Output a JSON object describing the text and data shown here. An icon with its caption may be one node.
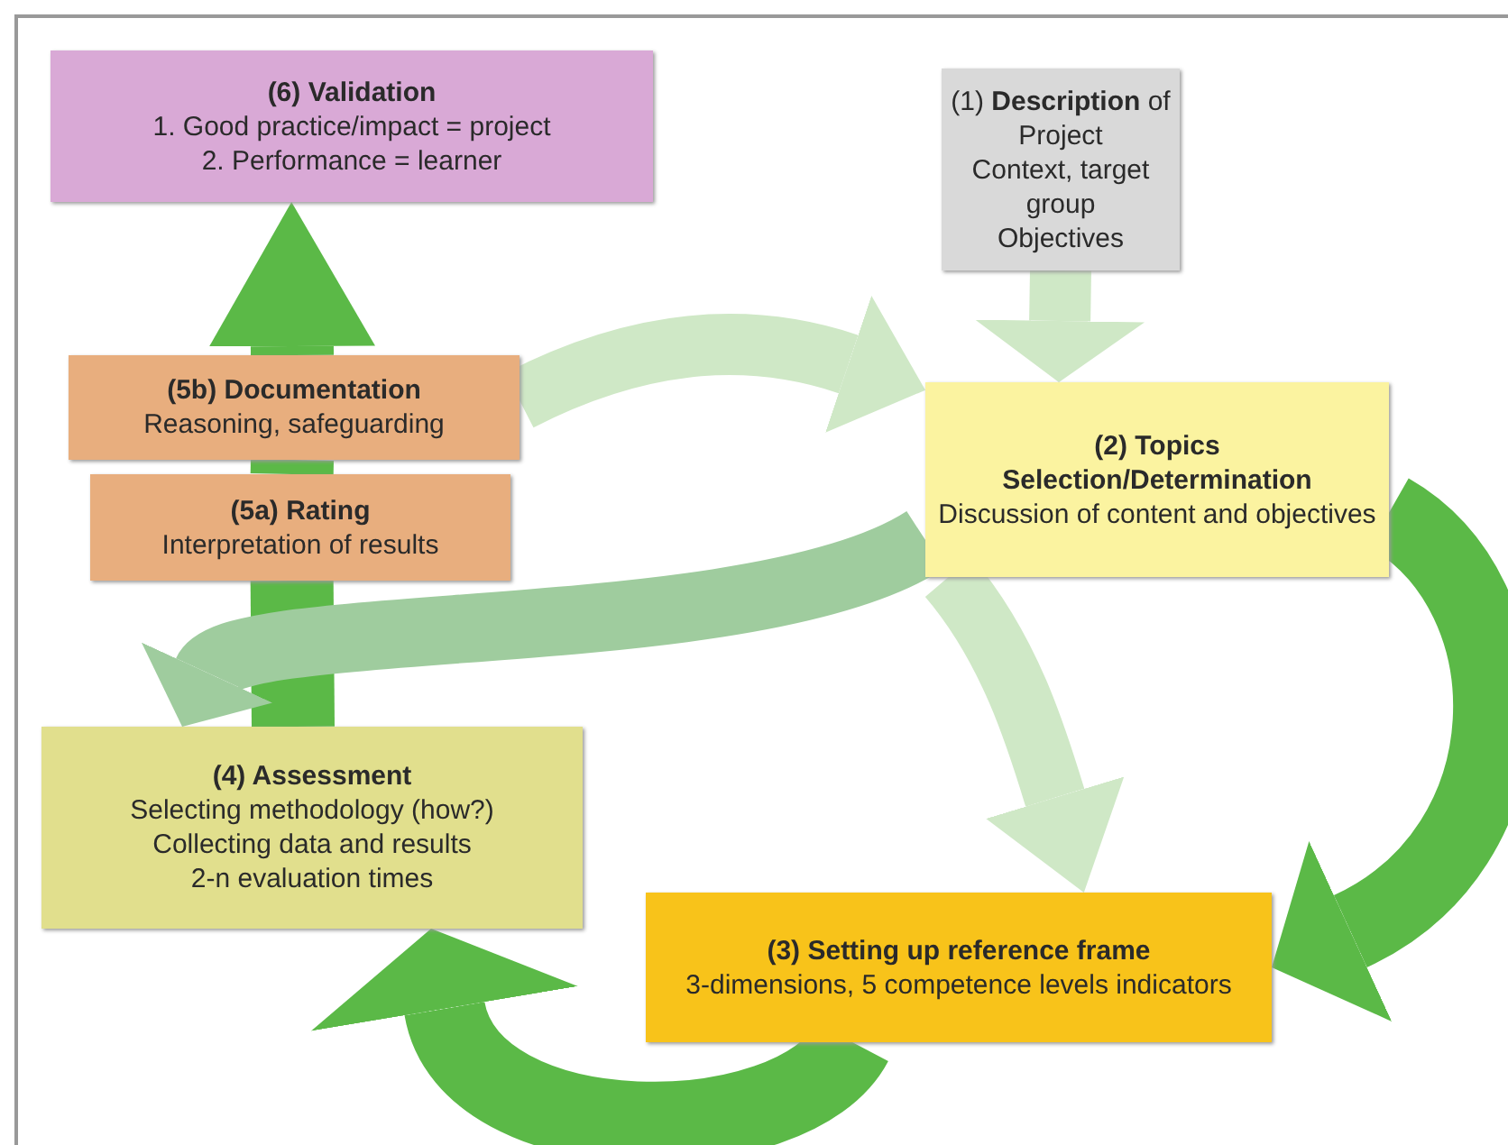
{
  "diagram": {
    "nodes": [
      {
        "text": [
          "(6) Validation",
          "1. Good practice/impact = project",
          "2. Performance = learner"
        ]
      },
      {
        "text": [
          "(1) **Description** of Project",
          "Context, target group",
          "Objectives"
        ]
      },
      {
        "text": [
          "(5b) Documentation",
          "Reasoning, safeguarding"
        ]
      },
      {
        "text": [
          "(2) Topics",
          "Selection/Determination",
          "Discussion of content and objectives"
        ]
      },
      {
        "text": [
          "(5a) Rating",
          "Interpretation of results"
        ]
      },
      {
        "text": [
          "(4) Assessment",
          "Selecting methodology (how?)",
          "Collecting data and results",
          "2-n evaluation times"
        ]
      },
      {
        "text": [
          "(3) Setting up reference frame",
          "3-dimensions, 5 competence levels indicators"
        ]
      }
    ],
    "edges": [
      {
        "from": 1,
        "to": 3,
        "arrow": "to",
        "color": "#cfe8c6"
      },
      {
        "from": 3,
        "to": 6,
        "arrow": "to"
      },
      {
        "from": 6,
        "to": 5,
        "arrow": "to"
      },
      {
        "from": 5,
        "to": 4,
        "arrow": "none"
      },
      {
        "from": 4,
        "to": 2,
        "arrow": "none"
      },
      {
        "from": 2,
        "to": 0,
        "arrow": "to"
      },
      {
        "from": 2,
        "to": 3,
        "arrow": "to",
        "color": "#cfe8c6"
      },
      {
        "from": 3,
        "to": 6,
        "arrow": "to",
        "color": "#cfe8c6"
      },
      {
        "from": 3,
        "to": 5,
        "arrow": "to",
        "color": "#9fcc9e"
      }
    ]
  }
}
